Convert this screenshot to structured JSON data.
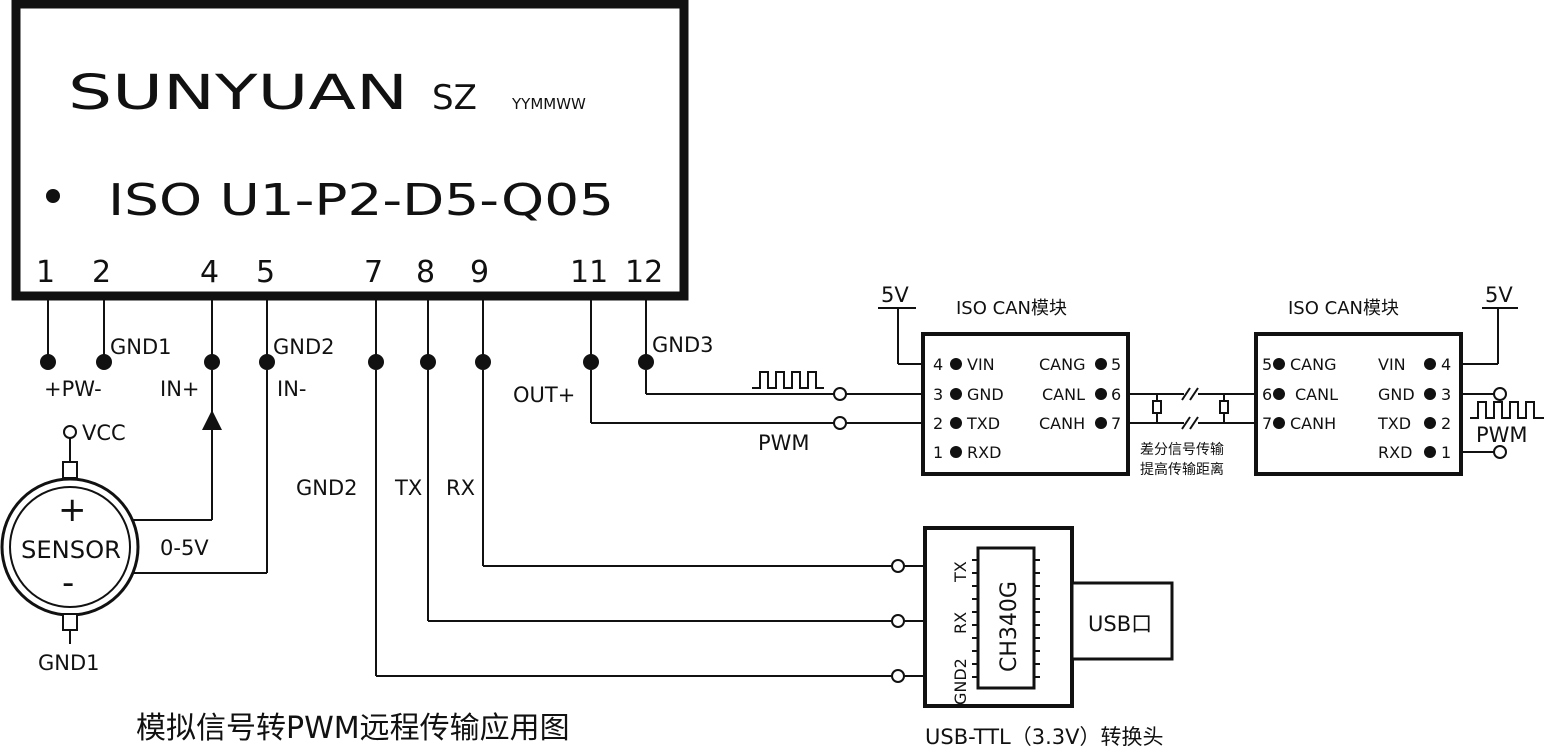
{
  "module": {
    "brand": "SUNYUAN",
    "series": "SZ",
    "date_code": "YYMMWW",
    "bullet": "•",
    "model": "ISO U1-P2-D5-Q05",
    "pins": [
      "1",
      "2",
      "4",
      "5",
      "7",
      "8",
      "9",
      "11",
      "12"
    ]
  },
  "labels": {
    "gnd1_top": "GND1",
    "gnd2_top": "GND2",
    "gnd3": "GND3",
    "pw": "+PW-",
    "in_plus": "IN+",
    "in_minus": "IN-",
    "out_plus": "OUT+",
    "vcc": "VCC",
    "sensor": "SENSOR",
    "sensor_plus": "+",
    "sensor_minus": "-",
    "sensor_range": "0-5V",
    "gnd1_bottom": "GND1",
    "gnd2_vertical": "GND2",
    "tx": "TX",
    "rx": "RX",
    "pwm_left": "PWM",
    "pwm_right": "PWM"
  },
  "can_left": {
    "title": "ISO CAN模块",
    "supply": "5V",
    "left_pins": [
      "4",
      "3",
      "2",
      "1"
    ],
    "left_names": [
      "VIN",
      "GND",
      "TXD",
      "RXD"
    ],
    "right_names": [
      "CANG",
      "CANL",
      "CANH"
    ],
    "right_pins": [
      "5",
      "6",
      "7"
    ]
  },
  "can_right": {
    "title": "ISO CAN模块",
    "supply": "5V",
    "left_pins": [
      "5",
      "6",
      "7"
    ],
    "left_names": [
      "CANG",
      "CANL",
      "CANH"
    ],
    "right_names": [
      "VIN",
      "GND",
      "TXD",
      "RXD"
    ],
    "right_pins": [
      "4",
      "3",
      "2",
      "1"
    ]
  },
  "diff_note": [
    "差分信号传输",
    "提高传输距离"
  ],
  "usb_adapter": {
    "chip": "CH340G",
    "pins": [
      "TX",
      "RX",
      "GND2"
    ],
    "port": "USB口",
    "caption": "USB-TTL（3.3V）转换头"
  },
  "bottom_title": "模拟信号转PWM远程传输应用图"
}
